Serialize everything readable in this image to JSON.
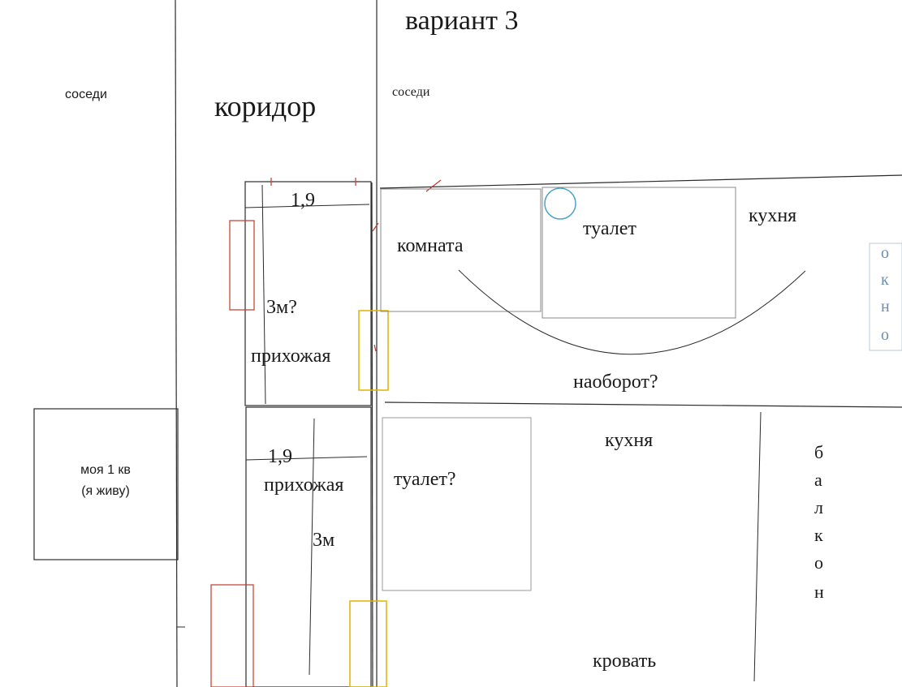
{
  "title": "вариант 3",
  "labels": {
    "neighbors_left": "соседи",
    "corridor": "коридор",
    "neighbors_right": "соседи",
    "dim_top": "1,9",
    "length_top": "3м?",
    "hall_top": "прихожая",
    "room": "комната",
    "toilet_top": "туалет",
    "kitchen_top": "кухня",
    "reverse": "наоборот?",
    "my_apartment_line1": "моя 1 кв",
    "my_apartment_line2": "(я живу)",
    "dim_bottom": "1,9",
    "hall_bottom": "прихожая",
    "length_bottom": "3м",
    "toilet_bottom": "туалет?",
    "kitchen_bottom": "кухня",
    "bed": "кровать"
  },
  "window_letters": [
    "о",
    "к",
    "н",
    "о"
  ],
  "balcony_letters": [
    "б",
    "а",
    "л",
    "к",
    "о",
    "н"
  ],
  "colors": {
    "line": "#2b2b2b",
    "light_line": "#9a9a9a",
    "red": "#c0392b",
    "yellow": "#e0b400",
    "blue": "#4aa3c8",
    "window_text": "#6a8fb0"
  }
}
